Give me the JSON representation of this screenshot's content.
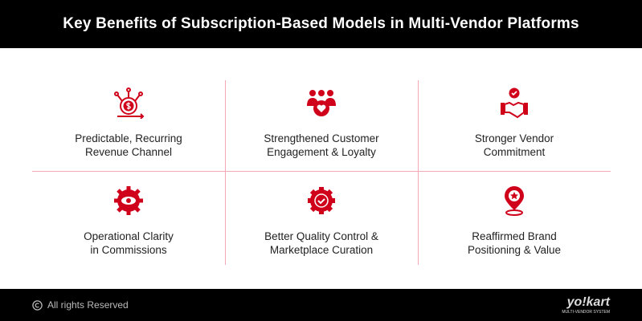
{
  "title": "Key Benefits of Subscription-Based Models in Multi-Vendor Platforms",
  "benefits": [
    {
      "label": "Predictable, Recurring\nRevenue Channel",
      "icon": "revenue-cycle-icon"
    },
    {
      "label": "Strengthened Customer\nEngagement & Loyalty",
      "icon": "customers-heart-icon"
    },
    {
      "label": "Stronger Vendor\nCommitment",
      "icon": "handshake-check-icon"
    },
    {
      "label": "Operational Clarity\nin Commissions",
      "icon": "gear-eye-icon"
    },
    {
      "label": "Better Quality Control &\nMarketplace Curation",
      "icon": "badge-check-icon"
    },
    {
      "label": "Reaffirmed Brand\nPositioning & Value",
      "icon": "location-star-icon"
    }
  ],
  "footer": {
    "copyright": "All rights Reserved",
    "logo": "yo!kart",
    "logo_sub": "MULTI-VENDOR SYSTEM"
  },
  "colors": {
    "accent": "#d0021b",
    "divider": "#f3a9b5"
  }
}
